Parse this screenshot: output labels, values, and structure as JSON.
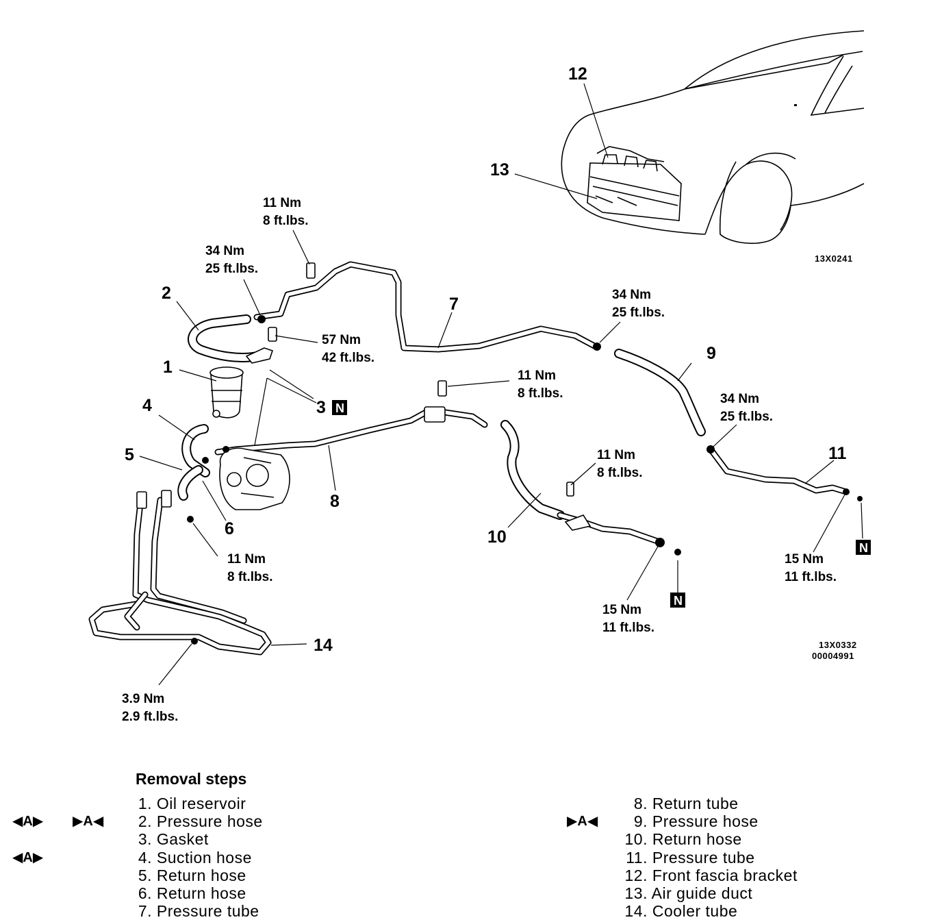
{
  "callouts": {
    "c1": "1",
    "c2": "2",
    "c3": "3",
    "c4": "4",
    "c5": "5",
    "c6": "6",
    "c7": "7",
    "c8": "8",
    "c9": "9",
    "c10": "10",
    "c11": "11",
    "c12": "12",
    "c13": "13",
    "c14": "14"
  },
  "n_badge": "N",
  "torques": [
    {
      "nm": "11 Nm",
      "ftlb": "8 ft.lbs."
    },
    {
      "nm": "34 Nm",
      "ftlb": "25 ft.lbs."
    },
    {
      "nm": "57 Nm",
      "ftlb": "42 ft.lbs."
    },
    {
      "nm": "11 Nm",
      "ftlb": "8 ft.lbs."
    },
    {
      "nm": "34 Nm",
      "ftlb": "25 ft.lbs."
    },
    {
      "nm": "34 Nm",
      "ftlb": "25 ft.lbs."
    },
    {
      "nm": "11 Nm",
      "ftlb": "8 ft.lbs."
    },
    {
      "nm": "11 Nm",
      "ftlb": "8 ft.lbs."
    },
    {
      "nm": "15 Nm",
      "ftlb": "11 ft.lbs."
    },
    {
      "nm": "15 Nm",
      "ftlb": "11 ft.lbs."
    },
    {
      "nm": "3.9 Nm",
      "ftlb": "2.9 ft.lbs."
    }
  ],
  "codes": {
    "car_view": "13X0241",
    "main_view": "13X0332",
    "doc_number": "00004991"
  },
  "legend": {
    "title": "Removal steps",
    "left_items": [
      {
        "no": "1.",
        "label": "Oil reservoir"
      },
      {
        "no": "2.",
        "label": "Pressure hose"
      },
      {
        "no": "3.",
        "label": "Gasket"
      },
      {
        "no": "4.",
        "label": "Suction hose"
      },
      {
        "no": "5.",
        "label": "Return hose"
      },
      {
        "no": "6.",
        "label": "Return hose"
      },
      {
        "no": "7.",
        "label": "Pressure tube"
      }
    ],
    "right_items": [
      {
        "no": "8.",
        "label": "Return tube"
      },
      {
        "no": "9.",
        "label": "Pressure hose"
      },
      {
        "no": "10.",
        "label": "Return hose"
      },
      {
        "no": "11.",
        "label": "Pressure tube"
      },
      {
        "no": "12.",
        "label": "Front fascia bracket"
      },
      {
        "no": "13.",
        "label": "Air guide duct"
      },
      {
        "no": "14.",
        "label": "Cooler tube"
      }
    ],
    "service_marks": {
      "removal_a": "◀A▶",
      "install_a": "▶A◀"
    }
  }
}
